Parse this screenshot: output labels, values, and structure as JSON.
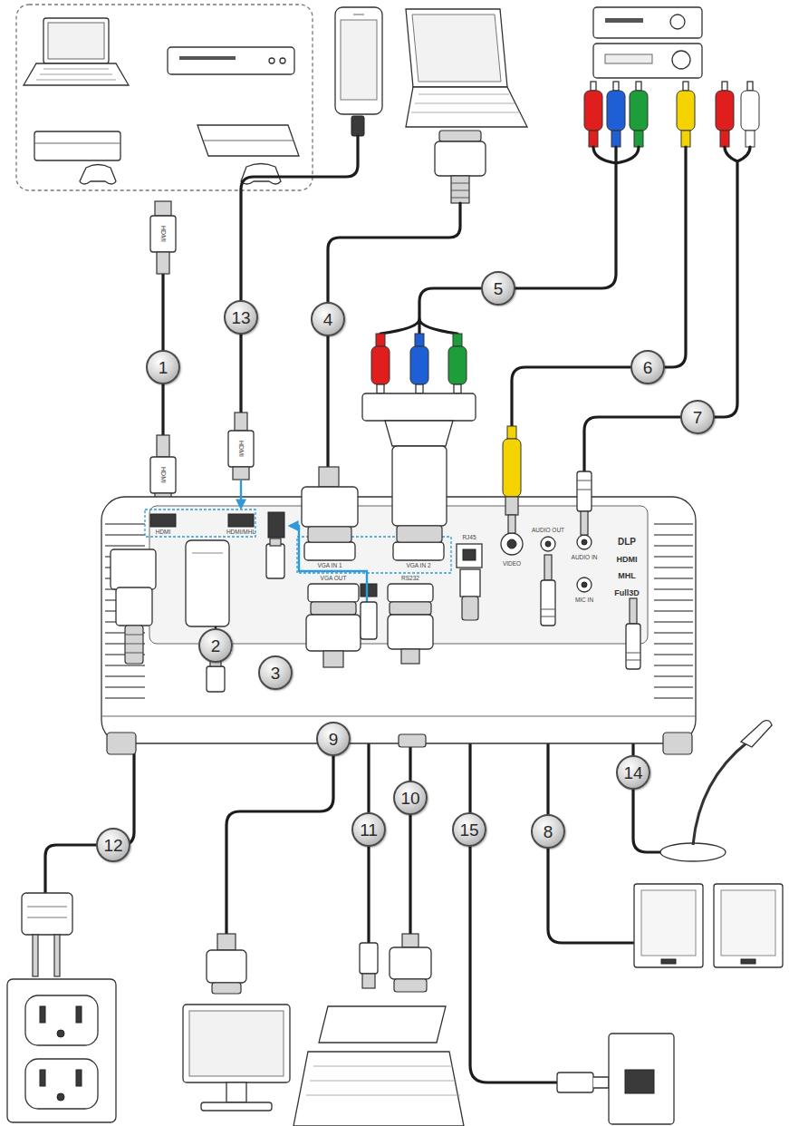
{
  "diagram": {
    "nodes": [
      {
        "text": [
          "5"
        ]
      },
      {
        "text": [
          "13"
        ]
      },
      {
        "text": [
          "4"
        ]
      },
      {
        "text": [
          "1"
        ]
      },
      {
        "text": [
          "6"
        ]
      },
      {
        "text": [
          "7"
        ]
      },
      {
        "text": [
          "2"
        ]
      },
      {
        "text": [
          "3"
        ]
      },
      {
        "text": [
          "9"
        ]
      },
      {
        "text": [
          "14"
        ]
      },
      {
        "text": [
          "10"
        ]
      },
      {
        "text": [
          "11"
        ]
      },
      {
        "text": [
          "15"
        ]
      },
      {
        "text": [
          "8"
        ]
      },
      {
        "text": [
          "12"
        ]
      }
    ],
    "labels": [
      "HDMI",
      "HDMI",
      "HDMI",
      "HDMI",
      "HDMI/MHL",
      "VGA IN 1",
      "VGA IN 2",
      "VGA OUT",
      "RS232",
      "RJ45",
      "VIDEO",
      "AUDIO OUT",
      "AUDIO IN",
      "MIC IN",
      "DLP",
      "HDMI",
      "MHL",
      "Full3D"
    ]
  }
}
